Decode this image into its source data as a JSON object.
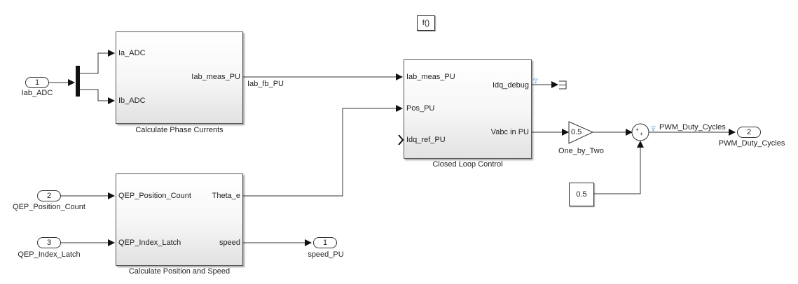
{
  "diagram": {
    "function_block_label": "f()",
    "inports": [
      {
        "number": "1",
        "name": "Iab_ADC"
      },
      {
        "number": "2",
        "name": "QEP_Position_Count"
      },
      {
        "number": "3",
        "name": "QEP_Index_Latch"
      }
    ],
    "outports": [
      {
        "number": "1",
        "name": "speed_PU"
      },
      {
        "number": "2",
        "name": "PWM_Duty_Cycles"
      }
    ],
    "subsystems": {
      "phase_currents": {
        "title": "Calculate Phase Currents",
        "inputs": [
          "Ia_ADC",
          "Ib_ADC"
        ],
        "outputs": [
          "Iab_meas_PU"
        ]
      },
      "position_speed": {
        "title": "Calculate Position and Speed",
        "inputs": [
          "QEP_Position_Count",
          "QEP_Index_Latch"
        ],
        "outputs": [
          "Theta_e",
          "speed"
        ]
      },
      "closed_loop": {
        "title": "Closed Loop Control",
        "inputs": [
          "Iab_meas_PU",
          "Pos_PU",
          "Idq_ref_PU"
        ],
        "outputs": [
          "Idq_debug",
          "Vabc in PU"
        ]
      }
    },
    "signals": {
      "iab_fb": "Iab_fb_PU",
      "pwm": "PWM_Duty_Cycles"
    },
    "output_scaling": {
      "title": "Output scaling",
      "gain_value": "0.5",
      "gain_name": "One_by_Two",
      "constant_value": "0.5",
      "sum_signs": [
        "+",
        "+"
      ]
    }
  }
}
